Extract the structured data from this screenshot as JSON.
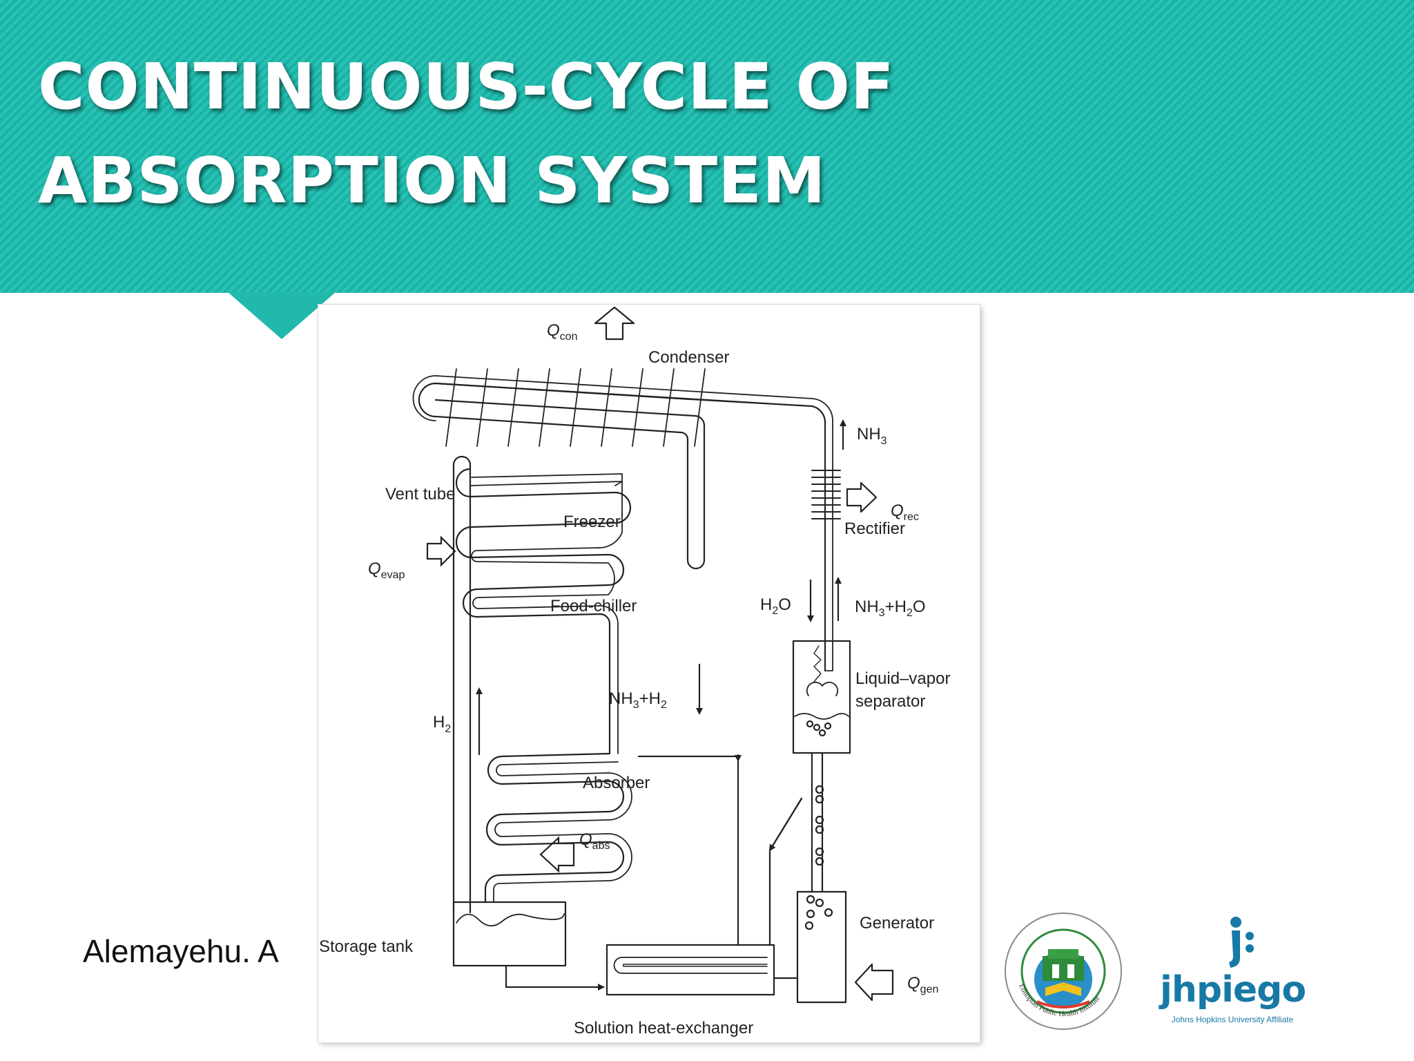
{
  "title": "CONTINUOUS-CYCLE OF ABSORPTION SYSTEM",
  "author": "Alemayehu. A",
  "colors": {
    "banner": "#22b9ac",
    "logo_blue": "#1779a6",
    "ephi_green": "#2e8b3a"
  },
  "diagram": {
    "q_con": {
      "base": "Q",
      "sub": "con"
    },
    "condenser": "Condenser",
    "nh3_top": {
      "base": "NH",
      "sub": "3"
    },
    "vent_tube": "Vent tube",
    "freezer": "Freezer",
    "q_rec": {
      "base": "Q",
      "sub": "rec"
    },
    "rectifier": "Rectifier",
    "q_evap": {
      "base": "Q",
      "sub": "evap"
    },
    "food_chiller": "Food-chiller",
    "h2o": {
      "a": "H",
      "sub": "2",
      "b": "O"
    },
    "nh3_h2o": {
      "a": "NH",
      "sub1": "3",
      "b": "+H",
      "sub2": "2",
      "c": "O"
    },
    "separator_line1": "Liquid–vapor",
    "separator_line2": "separator",
    "nh3_h2": {
      "a": "NH",
      "sub1": "3",
      "b": "+H",
      "sub2": "2"
    },
    "h2": {
      "a": "H",
      "sub": "2"
    },
    "absorber": "Absorber",
    "q_abs": {
      "base": "Q",
      "sub": "abs"
    },
    "generator": "Generator",
    "storage_tank": "Storage tank",
    "q_gen": {
      "base": "Q",
      "sub": "gen"
    },
    "solution_hx": "Solution heat-exchanger"
  },
  "logos": {
    "ephi": {
      "text": "Ethiopian Public Health Institute",
      "icon": "ephi-seal-icon"
    },
    "jhpiego": {
      "wordmark": "jhpiego",
      "tagline": "Johns Hopkins University Affiliate",
      "icon": "jhpiego-mark-icon"
    }
  }
}
